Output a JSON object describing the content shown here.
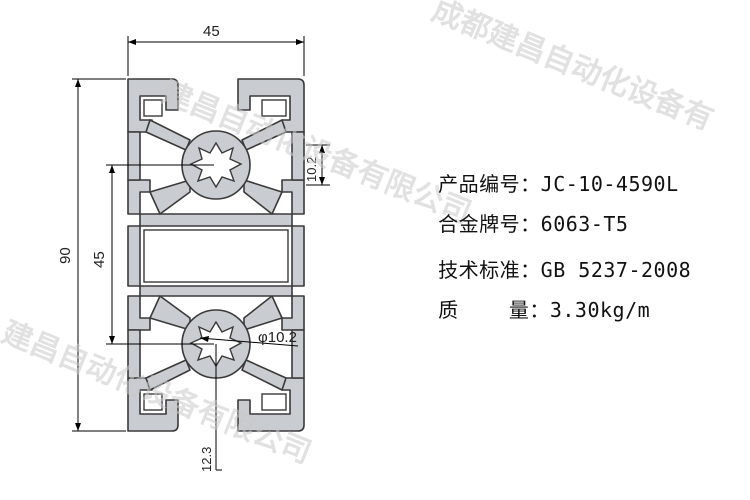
{
  "drawing": {
    "dims": {
      "top_width": "45",
      "total_height": "90",
      "inner_height": "45",
      "slot_height": "10.2",
      "bore_diameter": "φ10.2",
      "bottom_offset": "12.3"
    },
    "colors": {
      "profile_fill": "#c9ccd0",
      "profile_stroke": "#3a3a3a",
      "line": "#000000"
    }
  },
  "specs": [
    {
      "label": "产品编号：",
      "value": "JC-10-4590L"
    },
    {
      "label": "合金牌号：",
      "value": "6063-T5"
    },
    {
      "label": "技术标准：",
      "value": "GB 5237-2008"
    },
    {
      "label": "质    量：",
      "value": "3.30kg/m"
    }
  ],
  "watermark": {
    "line1": "成都建昌自动化设备有",
    "line2": "建昌自动化设备有限公司",
    "line3": "建昌自动化设备有限公司"
  }
}
